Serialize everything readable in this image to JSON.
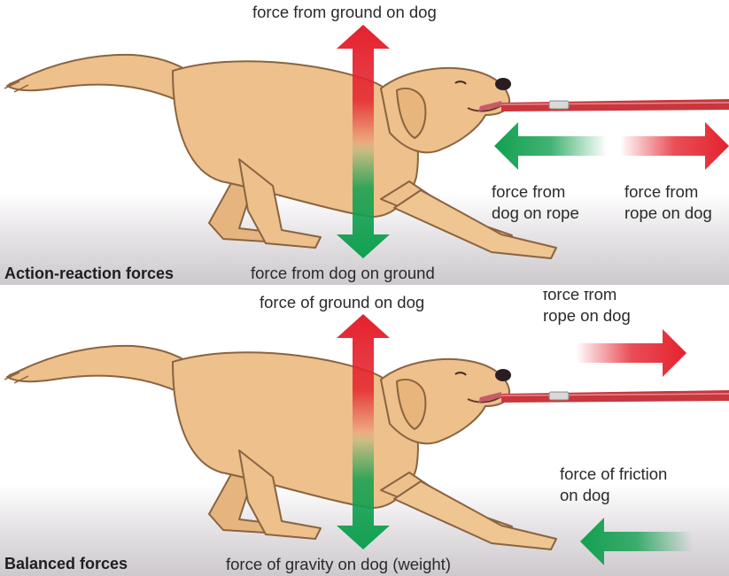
{
  "panels": [
    {
      "title": "Action-reaction forces",
      "labels": {
        "up": "force from ground on dog",
        "down": "force from dog on ground",
        "left_arrow": "force from\ndog on rope",
        "right_arrow": "force from\nrope on dog"
      }
    },
    {
      "title": "Balanced forces",
      "labels": {
        "up": "force of ground on dog",
        "down": "force of gravity on dog (weight)",
        "rope": "force from\nrope on dog",
        "friction": "force of friction\non dog"
      }
    }
  ],
  "colors": {
    "red": "#e4222d",
    "green": "#12a050",
    "dog_fur": "#edc08c",
    "fur_outline": "#8a6440",
    "rope": "#c8373d",
    "nose": "#2a1d22"
  }
}
